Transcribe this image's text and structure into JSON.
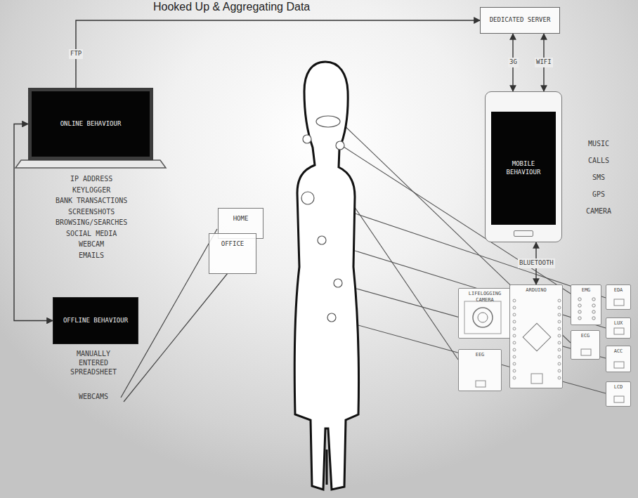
{
  "diagram": {
    "title": "Hooked Up & Aggregating Data",
    "nodes": [
      {
        "text": [
          "DEDICATED SERVER"
        ]
      },
      {
        "text": [
          "ONLINE BEHAVIOUR"
        ]
      },
      {
        "text": [
          "MOBILE BEHAVIOUR"
        ]
      },
      {
        "text": [
          "OFFLINE BEHAVIOUR"
        ]
      },
      {
        "text": [
          "HOME"
        ]
      },
      {
        "text": [
          "OFFICE"
        ]
      },
      {
        "text": [
          "LIFELOGGING CAMERA"
        ]
      },
      {
        "text": [
          "ARDUINO"
        ]
      },
      {
        "text": [
          "EMG"
        ]
      },
      {
        "text": [
          "EDA"
        ]
      },
      {
        "text": [
          "LUX"
        ]
      },
      {
        "text": [
          "ECG"
        ]
      },
      {
        "text": [
          "ACC"
        ]
      },
      {
        "text": [
          "EEG"
        ]
      },
      {
        "text": [
          "LCD"
        ]
      }
    ],
    "edges": [
      {
        "from": 1,
        "to": 0,
        "label": "FTP",
        "arrow": "to"
      },
      {
        "from": 0,
        "to": 2,
        "label": "3G",
        "arrow": "both"
      },
      {
        "from": 0,
        "to": 2,
        "label": "WIFI",
        "arrow": "both"
      },
      {
        "from": 2,
        "to": 7,
        "label": "BLUETOOTH",
        "arrow": "both"
      },
      {
        "from": 1,
        "to": 3,
        "arrow": "both"
      }
    ],
    "labels": [
      "IP ADDRESS",
      "KEYLOGGER",
      "BANK TRANSACTIONS",
      "SCREENSHOTS",
      "BROWSING/SEARCHES",
      "SOCIAL MEDIA",
      "WEBCAM",
      "EMAILS",
      "MANUALLY ENTERED SPREADSHEET",
      "WEBCAMS",
      "MUSIC",
      "CALLS",
      "SMS",
      "GPS",
      "CAMERA"
    ]
  }
}
